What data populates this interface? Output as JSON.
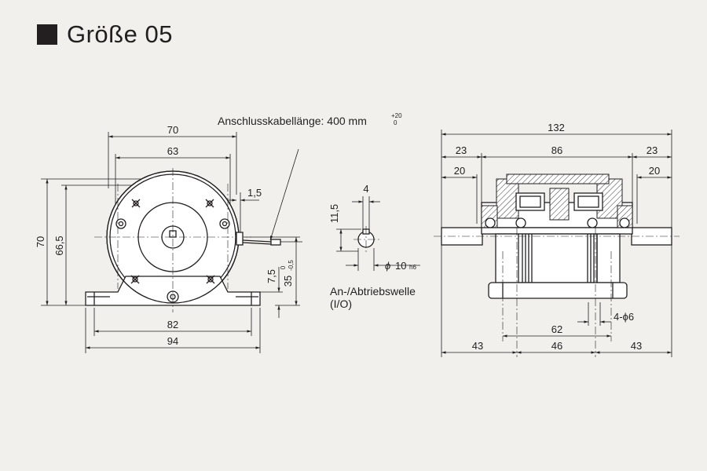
{
  "header": {
    "title": "Größe 05"
  },
  "labels": {
    "cable_length": "Anschlusskabellänge: 400 mm",
    "cable_tol_upper": "+20",
    "cable_tol_lower": "0",
    "shaft": "An-/Abtriebswelle",
    "shaft_io": "(I/O)",
    "shaft_dia_symbol": "ϕ",
    "shaft_dia_value": "10",
    "shaft_dia_fit": "h6",
    "holes_label": "4-ϕ6"
  },
  "front_view": {
    "width_top": "70",
    "width_mid": "63",
    "cable_offset": "1,5",
    "height_total": "70",
    "height_mid": "66,5",
    "base_thickness": "7,5",
    "shaft_height": "35",
    "shaft_height_tol_upper": "0",
    "shaft_height_tol_lower": "-0,5",
    "base_holes": "82",
    "base_width": "94"
  },
  "shaft_view": {
    "key_width": "4",
    "key_height": "11,5"
  },
  "side_view": {
    "total_length": "132",
    "left_23": "23",
    "body_86": "86",
    "right_23": "23",
    "left_20": "20",
    "right_20": "20",
    "hole_spacing": "62",
    "bottom_left": "43",
    "bottom_mid": "46",
    "bottom_right": "43"
  },
  "icons": [
    "title-square-icon"
  ]
}
